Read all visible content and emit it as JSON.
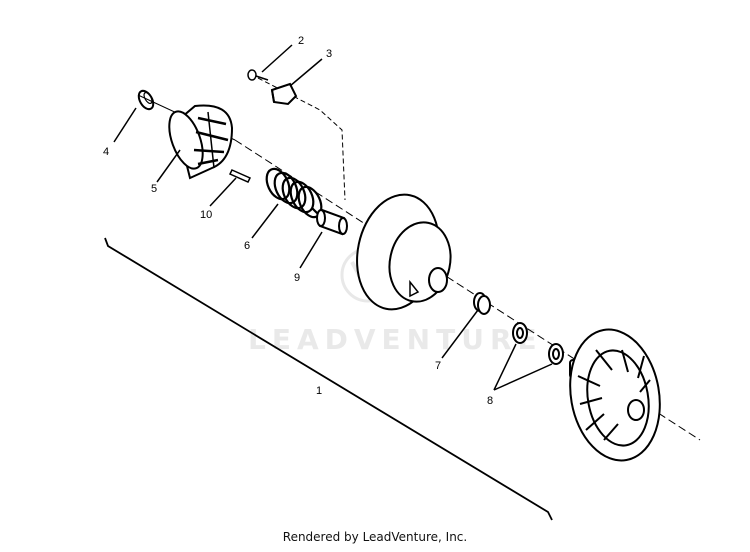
{
  "diagram": {
    "callouts": [
      "1",
      "2",
      "3",
      "4",
      "5",
      "6",
      "7",
      "8",
      "9",
      "10"
    ],
    "watermark": "LEADVENTURE",
    "footer": "Rendered by LeadVenture, Inc."
  }
}
